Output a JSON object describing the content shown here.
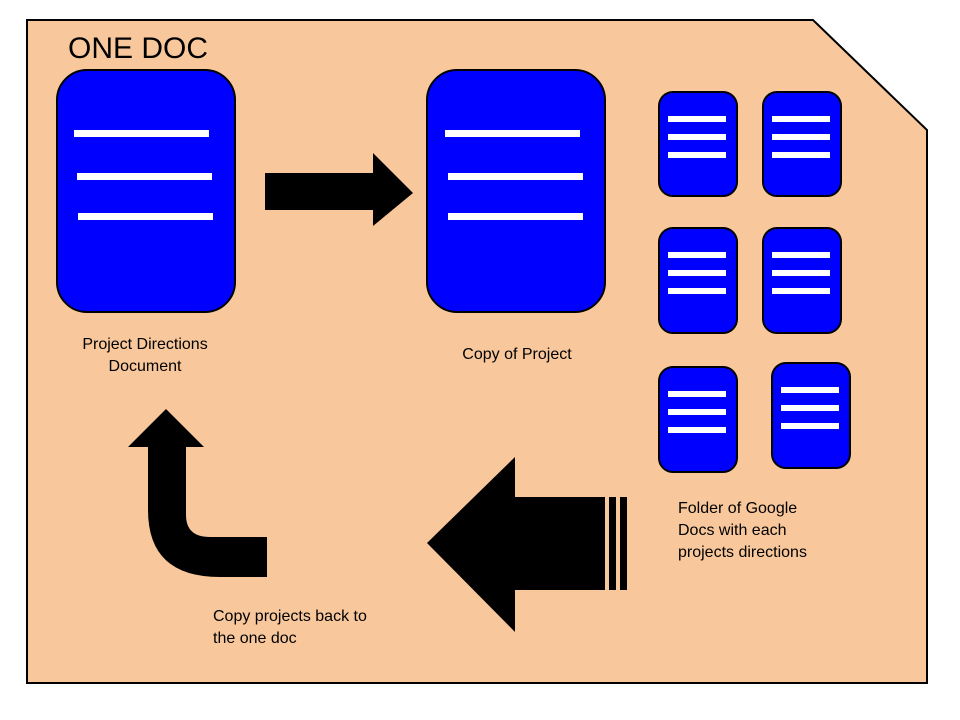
{
  "diagram": {
    "title": "ONE DOC",
    "colors": {
      "background": "#f8c89c",
      "document_fill": "#0000ff",
      "document_line": "#ffffff",
      "outline": "#000000",
      "arrow": "#000000"
    },
    "nodes": {
      "project_directions": {
        "label_lines": [
          "Project Directions",
          "Document"
        ],
        "icon": "document-icon"
      },
      "copy_of_project": {
        "label": "Copy of Project",
        "icon": "document-icon"
      },
      "google_docs_folder": {
        "label_lines": [
          "Folder of Google",
          "Docs with each",
          "projects directions"
        ],
        "icon": "document-icon",
        "doc_count": 6
      },
      "copy_back": {
        "label_lines": [
          "Copy projects back to",
          "the one doc"
        ]
      }
    },
    "arrows": [
      {
        "name": "arrow-directions-to-copy",
        "from": "project_directions",
        "to": "copy_of_project",
        "icon": "right-arrow-icon"
      },
      {
        "name": "arrow-folder-to-return",
        "from": "google_docs_folder",
        "to": "copy_back",
        "icon": "left-arrow-icon"
      },
      {
        "name": "arrow-return-to-one-doc",
        "from": "copy_back",
        "to": "project_directions",
        "icon": "curved-up-arrow-icon"
      }
    ]
  }
}
